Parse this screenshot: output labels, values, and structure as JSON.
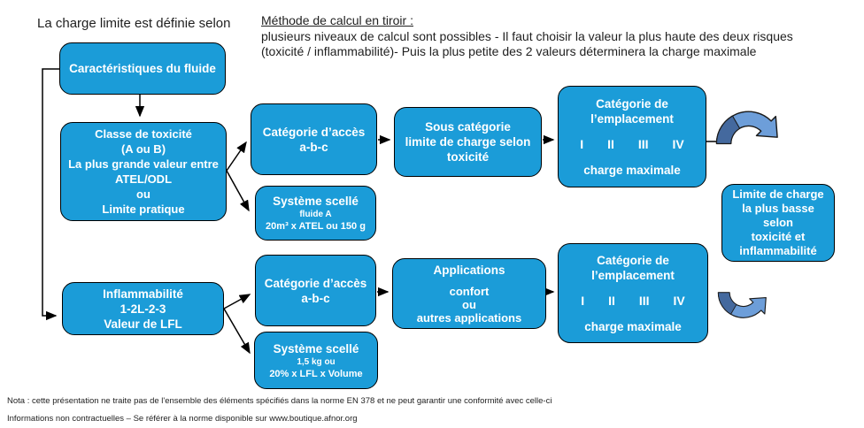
{
  "page": {
    "title_left": "La charge limite est définie selon",
    "method": {
      "title": "Méthode de calcul en tiroir :",
      "line1": "plusieurs niveaux de calcul sont possibles - Il faut choisir la valeur la plus haute des deux risques",
      "line2": "(toxicité / inflammabilité)- Puis la plus petite des 2 valeurs déterminera la charge maximale"
    },
    "notes": {
      "line1": "Nota : cette présentation ne traite pas de l'ensemble des éléments spécifiés dans la norme EN 378 et ne peut garantir une conformité avec celle-ci",
      "line2": "Informations non contractuelles – Se référer à la norme disponible sur www.boutique.afnor.org"
    }
  },
  "boxes": {
    "caracteristiques": {
      "line1": "Caractéristiques du fluide"
    },
    "classe_toxicite": {
      "line1": "Classe de toxicité",
      "line2": "(A ou B)",
      "line3": "La plus grande valeur entre",
      "line4": "ATEL/ODL",
      "line5": "ou",
      "line6": "Limite pratique"
    },
    "acces_toxicite": {
      "line1": "Catégorie d’accès",
      "line2": "a-b-c"
    },
    "scelle_toxicite": {
      "line1": "Système scellé",
      "line2": "fluide A",
      "line3": "20m³ x ATEL ou 150 g"
    },
    "sous_categorie": {
      "line1": "Sous catégorie",
      "line2": "limite de charge selon",
      "line3": "toxicité"
    },
    "emplacement_toxicite": {
      "line1": "Catégorie de",
      "line2": "l’emplacement",
      "numerals": [
        "I",
        "II",
        "III",
        "IV"
      ],
      "line3": "charge maximale"
    },
    "limite_charge": {
      "line1": "Limite de charge",
      "line2": "la plus basse",
      "line3": "selon",
      "line4": "toxicité et",
      "line5": "inflammabilité"
    },
    "inflammabilite": {
      "line1": "Inflammabilité",
      "line2": "1-2L-2-3",
      "line3": "Valeur de LFL"
    },
    "acces_inflammabilite": {
      "line1": "Catégorie d’accès",
      "line2": "a-b-c"
    },
    "applications": {
      "line1": "Applications",
      "line2": "confort",
      "line3": "ou",
      "line4": "autres applications"
    },
    "scelle_inflammabilite": {
      "line1": "Système scellé",
      "line2": "1,5 kg ou",
      "line3": "20% x LFL x Volume"
    },
    "emplacement_inflammabilite": {
      "line1": "Catégorie de",
      "line2": "l’emplacement",
      "numerals": [
        "I",
        "II",
        "III",
        "IV"
      ],
      "line3": "charge maximale"
    }
  },
  "colors": {
    "box_fill": "#1B9CD8",
    "arrow_light": "#6D9ED9",
    "arrow_dark": "#44699E"
  }
}
